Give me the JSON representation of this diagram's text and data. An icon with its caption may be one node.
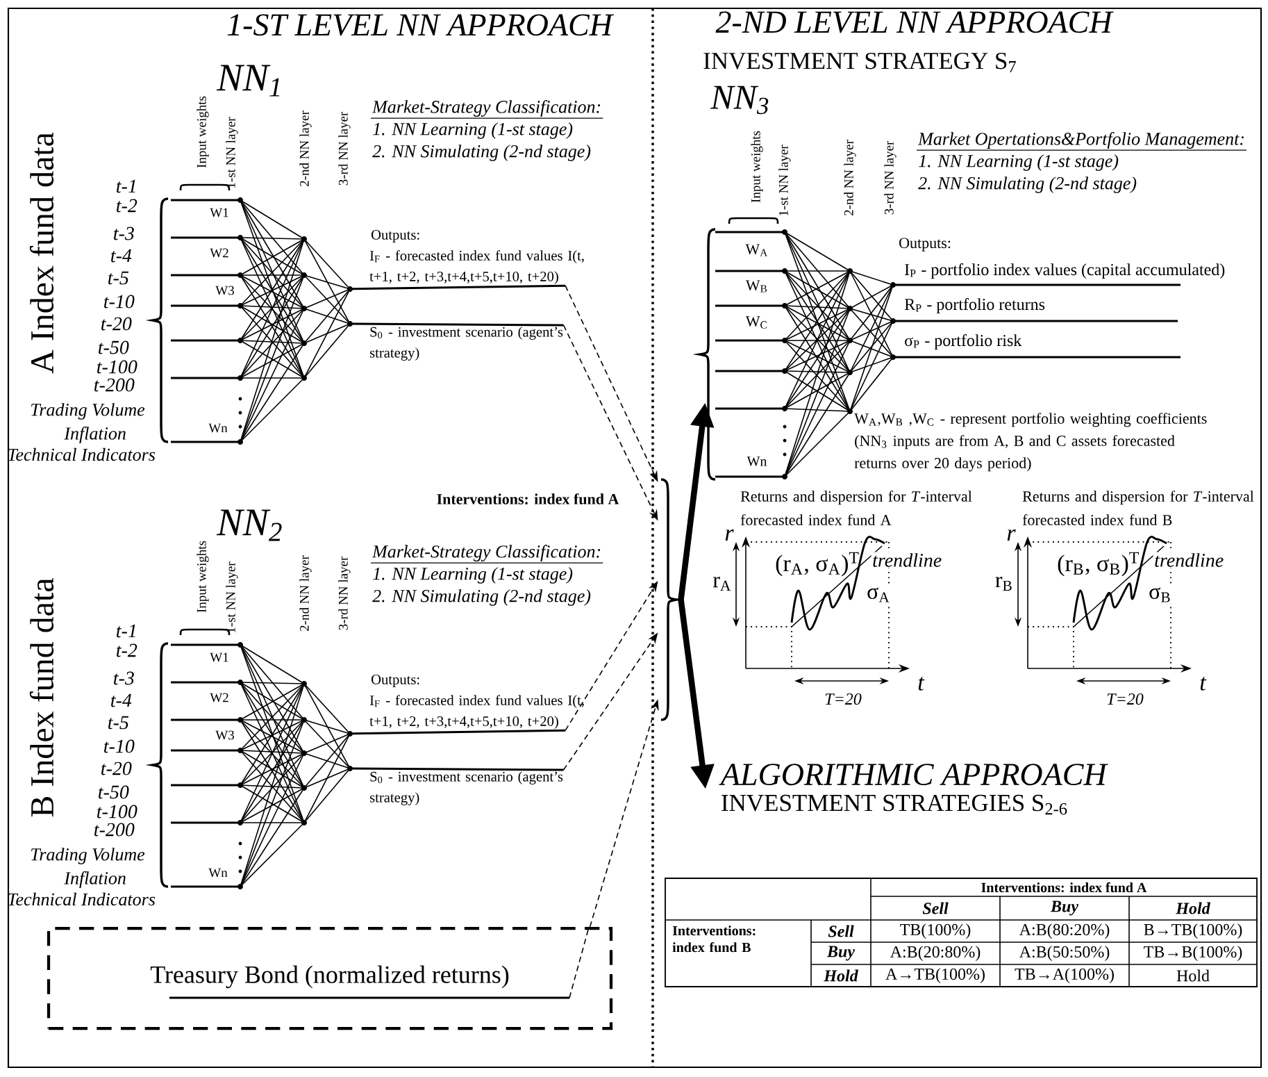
{
  "diagram": {
    "nodes": [
      {
        "text": [],
        "shape": "picture"
      },
      {
        "text": [
          "I$_{F}$ - forecasted index fund values I(t, t+1, t+2, t+3,t+4,t+5,t+10, t+20)"
        ]
      },
      {
        "text": [
          "S$_{0}$ - investment scenario (agent’s strategy)"
        ]
      },
      {
        "text": [],
        "shape": "picture"
      },
      {
        "text": [
          "I$_{F}$ - forecasted index fund values I(t, t+1, t+2, t+3,t+4,t+5,t+10, t+20)"
        ]
      },
      {
        "text": [
          "S$_{0}$ - investment scenario (agent’s strategy)"
        ]
      },
      {
        "text": [
          "Treasury Bond (normalized returns)"
        ]
      },
      {
        "text": [],
        "shape": "brace",
        "beside": [
          "Interventions: index fund A"
        ]
      },
      {
        "text": [],
        "shape": "picture"
      },
      {
        "text": [
          "ALGORITHMIC APPROACH",
          "INVESTMENT STRATEGIES S$_{2-6}$"
        ]
      },
      {
        "text": [],
        "shape": "table"
      }
    ],
    "edges": [
      {
        "from": 0,
        "to": 1,
        "arrow": "none"
      },
      {
        "from": 0,
        "to": 2,
        "arrow": "none"
      },
      {
        "from": 3,
        "to": 4,
        "arrow": "none"
      },
      {
        "from": 3,
        "to": 5,
        "arrow": "none"
      },
      {
        "from": 1,
        "to": 7,
        "arrow": "to",
        "style": "dashed"
      },
      {
        "from": 2,
        "to": 7,
        "arrow": "to",
        "style": "dashed"
      },
      {
        "from": 4,
        "to": 7,
        "arrow": "to",
        "style": "dashed"
      },
      {
        "from": 5,
        "to": 7,
        "arrow": "to",
        "style": "dashed"
      },
      {
        "from": 6,
        "to": 7,
        "arrow": "to",
        "style": "dashed"
      },
      {
        "from": 7,
        "to": 8,
        "arrow": "to",
        "style": "thick"
      },
      {
        "from": 7,
        "to": 9,
        "arrow": "to",
        "style": "thick"
      }
    ],
    "labels": [
      "1-ST LEVEL NN APPROACH",
      "NN$_{1}$",
      "A Index fund data",
      "t-1",
      "t-2",
      "t-3",
      "t-4",
      "t-5",
      "t-10",
      "t-20",
      "t-50",
      "t-100",
      "t-200",
      "Trading Volume",
      "Inflation",
      "Technical Indicators",
      "Input weights",
      "1-st NN layer",
      "2-nd NN layer",
      "3-rd NN layer",
      "Market-Strategy Classification:",
      "1. NN Learning (1-st stage)",
      "2. NN Simulating (2-nd stage)",
      "W1",
      "W2",
      "W3",
      "Wn",
      "Outputs:",
      "2-ND LEVEL NN APPROACH",
      "INVESTMENT STRATEGY S$_{7}$",
      "NN$_{3}$",
      "Input weights",
      "1-st NN layer",
      "2-nd NN layer",
      "3-rd NN layer",
      "Market Opertations&Portfolio Management:",
      "1. NN Learning (1-st stage)",
      "2. NN Simulating (2-nd stage)",
      "W$_{A}$",
      "Outputs:",
      "I$_{P}$ - portfolio index values (capital accumulated)",
      "W$_{B}$",
      "R$_{P}$ - portfolio returns",
      "W$_{C}$",
      "σ$_{P}$ - portfolio risk",
      "W$_{A}$,W$_{B}$ ,W$_{C}$ - represent portfolio weighting coefficients (NN$_{3}$ inputs are from A, B and C assets forecasted returns over 20 days period)",
      "Wn",
      "NN$_{2}$",
      "B Index fund data",
      "t-1",
      "t-2",
      "t-3",
      "t-4",
      "t-5",
      "t-10",
      "t-20",
      "t-50",
      "t-100",
      "t-200",
      "Trading Volume",
      "Inflation",
      "Technical Indicators",
      "Input weights",
      "1-st NN layer",
      "2-nd NN layer",
      "3-rd NN layer",
      "Market-Strategy Classification:",
      "1. NN Learning (1-st stage)",
      "2. NN Simulating (2-nd stage)",
      "W1",
      "W2",
      "W3",
      "Wn",
      "Outputs:",
      "Returns and dispersion for *T*-interval forecasted index fund A",
      "r",
      "r$_{A}$",
      "(r$_{A}$, σ$_{A}$)$^{T}$",
      "trendline",
      "σ$_{A}$",
      "t",
      "T=20",
      "Returns and dispersion for *T*-interval forecasted index fund B",
      "r",
      "r$_{B}$",
      "(r$_{B}$, σ$_{B}$)$^{T}$",
      "trendline",
      "σ$_{B}$",
      "t",
      "T=20",
      "Interventions: index fund A",
      "Sell",
      "Buy",
      "Hold",
      "Interventions: index fund B",
      "Sell",
      "TB(100%)",
      "A:B(80:20%)",
      "B→TB(100%)",
      "Buy",
      "A:B(20:80%)",
      "A:B(50:50%)",
      "TB→B(100%)",
      "Hold",
      "A→TB(100%)",
      "TB→A(100%)",
      "Hold"
    ]
  }
}
